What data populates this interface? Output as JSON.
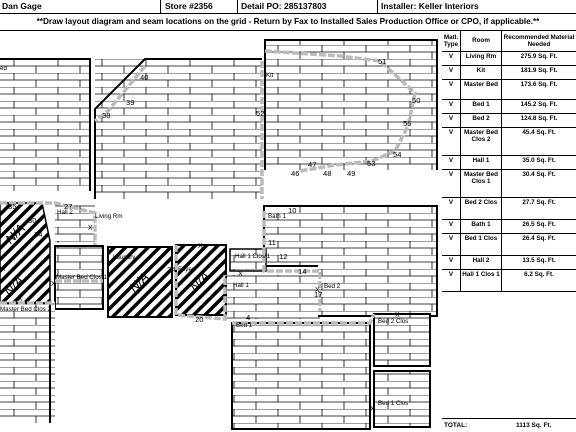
{
  "header": {
    "customer": "Dan Gage",
    "store": "Store #2356",
    "detail_po": "Detail PO: 285137803",
    "installer": "Installer: Keller Interiors"
  },
  "instructions": "**Draw layout diagram and seam locations on the grid - Return by Fax to Installed Sales Production Office or CPO, if applicable.**",
  "table": {
    "headers": {
      "type": "Matl. Type",
      "room": "Room",
      "material": "Recommended Material Needed"
    },
    "rows": [
      {
        "type": "V",
        "room": "Living Rm",
        "material": "275.9 Sq. Ft."
      },
      {
        "type": "V",
        "room": "Kit",
        "material": "181.9 Sq. Ft."
      },
      {
        "type": "V",
        "room": "Master Bed",
        "material": "173.6 Sq. Ft."
      },
      {
        "type": "V",
        "room": "Bed 1",
        "material": "145.2 Sq. Ft."
      },
      {
        "type": "V",
        "room": "Bed 2",
        "material": "124.8 Sq. Ft."
      },
      {
        "type": "V",
        "room": "Master Bed Clos 2",
        "material": "45.4 Sq. Ft."
      },
      {
        "type": "V",
        "room": "Hall 1",
        "material": "35.0 Sq. Ft."
      },
      {
        "type": "V",
        "room": "Master Bed Clos 1",
        "material": "30.4 Sq. Ft."
      },
      {
        "type": "V",
        "room": "Bed 2 Clos",
        "material": "27.7 Sq. Ft."
      },
      {
        "type": "V",
        "room": "Bath 1",
        "material": "26.5 Sq. Ft."
      },
      {
        "type": "V",
        "room": "Bed 1 Clos",
        "material": "26.4 Sq. Ft."
      },
      {
        "type": "V",
        "room": "Hall 2",
        "material": "13.5 Sq. Ft."
      },
      {
        "type": "V",
        "room": "Hall 1 Clos 1",
        "material": "6.2 Sq. Ft."
      }
    ],
    "total_label": "TOTAL:",
    "total_value": "1113 Sq. Ft."
  },
  "plan": {
    "rooms": {
      "kit": "Kit",
      "living": "Living Rm",
      "hall2": "Hall 2",
      "bath1": "Bath 1",
      "hall1clos": "Hall 1 Clos 1",
      "hall1": "Hall 1",
      "bed2": "Bed 2",
      "bed1": "Bed 1",
      "bed2clos": "Bed 2 Clos",
      "bed1clos": "Bed 1 Clos",
      "laundry": "Laundry",
      "foyer": "Foyer",
      "masterclos1": "Master Bed Clos 1",
      "masterclos2": "Master Bed Clos 2",
      "bed_left": "ed",
      "bath_left": "th"
    },
    "na": "N/A",
    "numbers": [
      "51",
      "40",
      "50",
      "39",
      "38",
      "52",
      "55",
      "54",
      "53",
      "47",
      "48",
      "49",
      "46",
      "27",
      "35",
      "30",
      "34",
      "10",
      "11",
      "12",
      "14",
      "17",
      "24",
      "20",
      "4"
    ]
  }
}
